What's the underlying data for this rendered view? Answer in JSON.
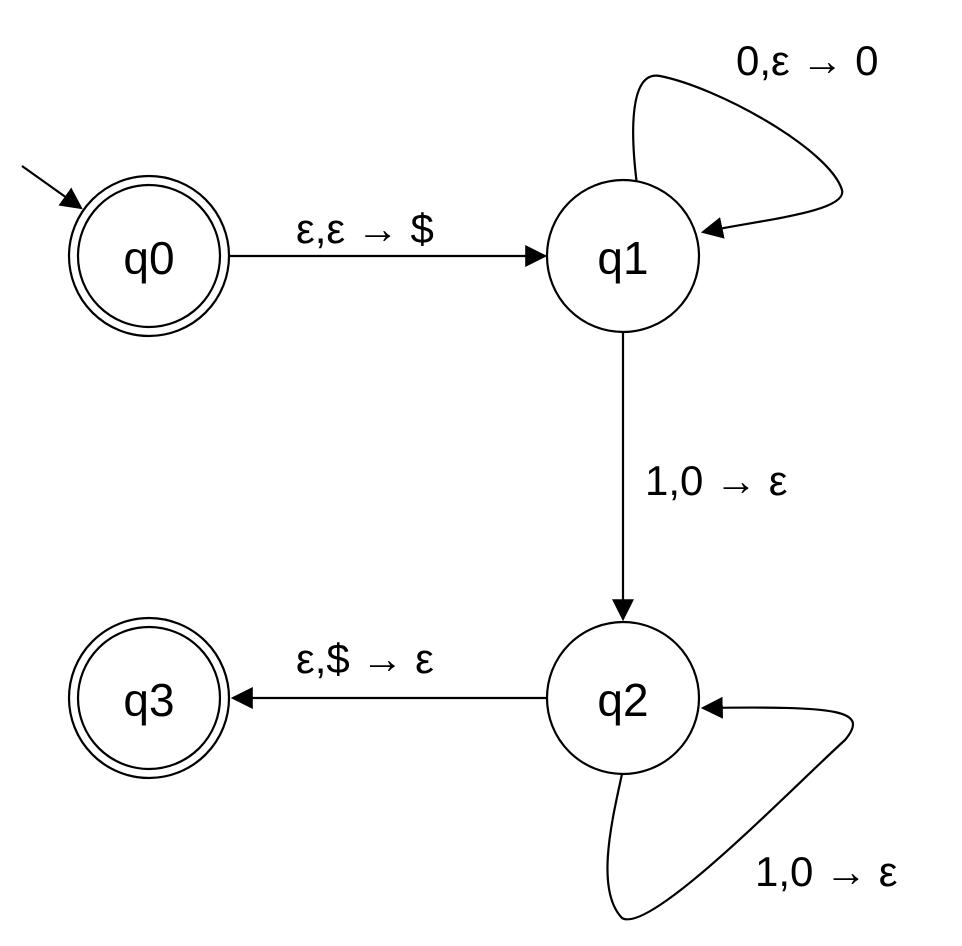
{
  "diagram": {
    "kind": "pushdown automaton state diagram",
    "start_state": "q0",
    "accepting_states": [
      "q0",
      "q3"
    ],
    "states": {
      "q0": {
        "label": "q0",
        "accepting": true
      },
      "q1": {
        "label": "q1",
        "accepting": false
      },
      "q2": {
        "label": "q2",
        "accepting": false
      },
      "q3": {
        "label": "q3",
        "accepting": true
      }
    },
    "transitions": {
      "q0_q1": {
        "from": "q0",
        "to": "q1",
        "label": "ε,ε → $"
      },
      "q1_q1": {
        "from": "q1",
        "to": "q1",
        "label": "0,ε → 0"
      },
      "q1_q2": {
        "from": "q1",
        "to": "q2",
        "label": "1,0 → ε"
      },
      "q2_q2": {
        "from": "q2",
        "to": "q2",
        "label": "1,0 → ε"
      },
      "q2_q3": {
        "from": "q2",
        "to": "q3",
        "label": "ε,$ → ε"
      }
    },
    "colors": {
      "stroke": "#000000",
      "background": "#ffffff"
    }
  }
}
